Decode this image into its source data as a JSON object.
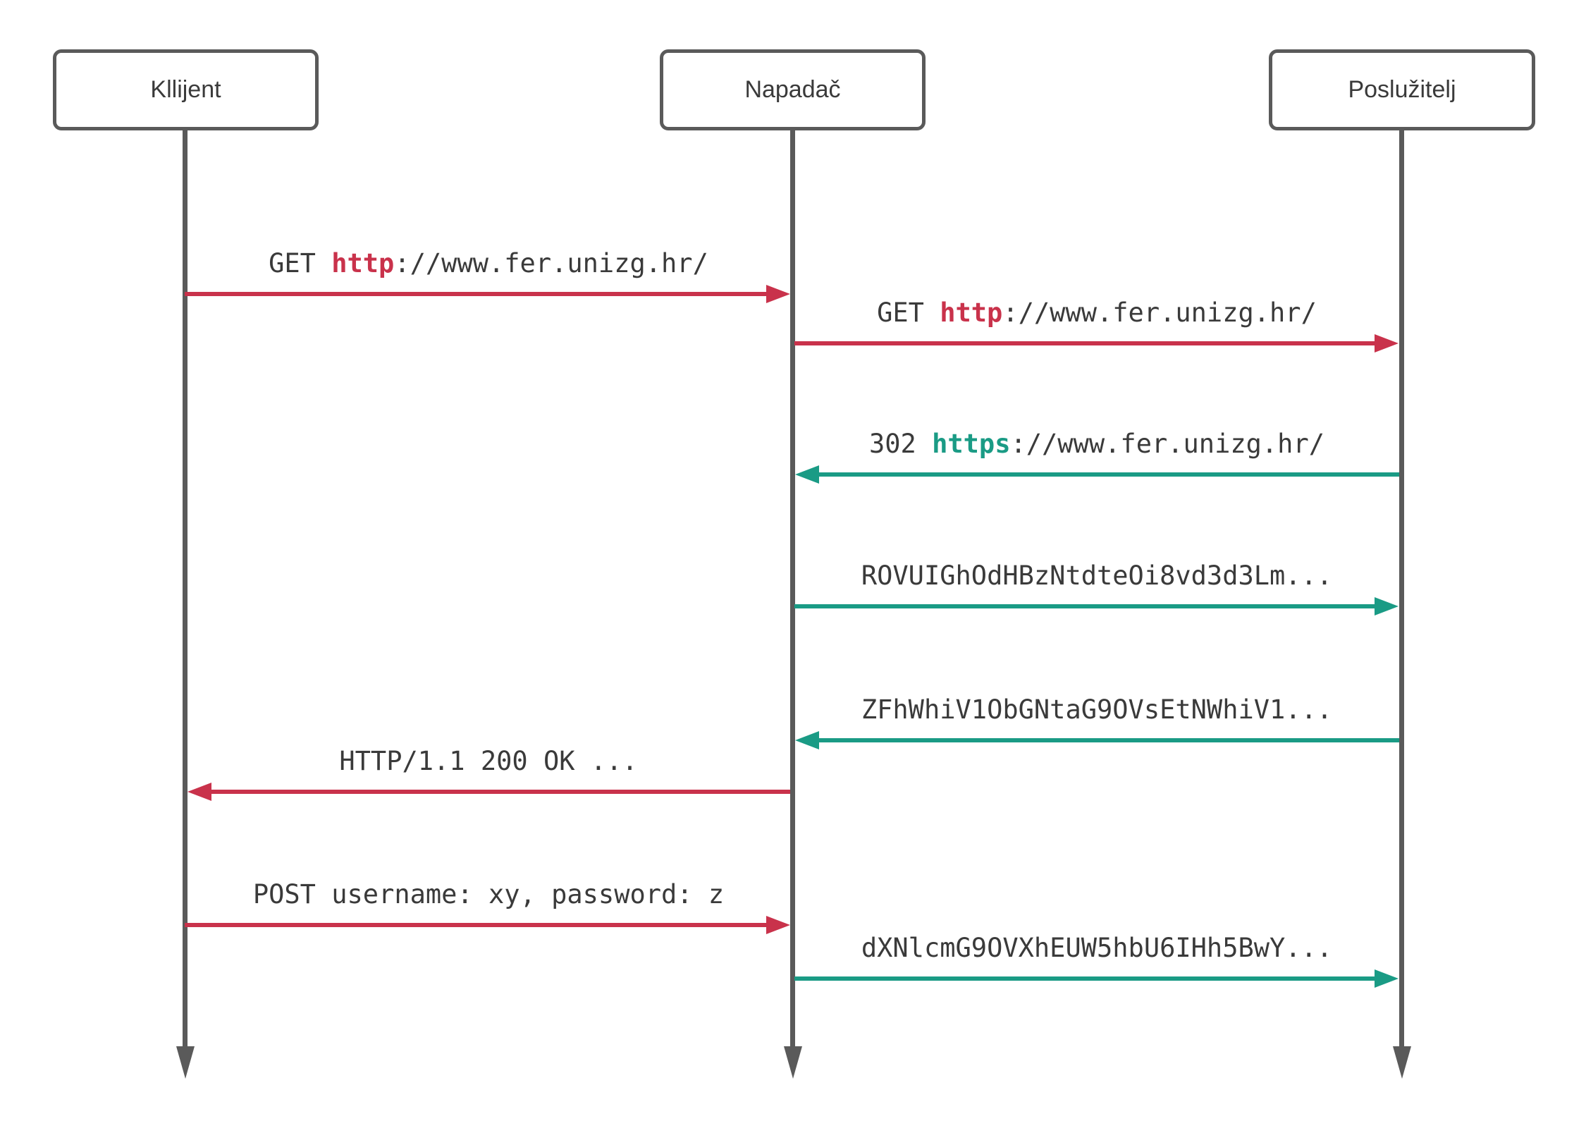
{
  "actors": [
    {
      "id": "client",
      "label": "Kllijent"
    },
    {
      "id": "attacker",
      "label": "Napadač"
    },
    {
      "id": "server",
      "label": "Poslužitelj"
    }
  ],
  "colors": {
    "http_arrow_red": "#C9324B",
    "https_arrow_teal": "#1A9B85",
    "lifeline_gray": "#5A5A5A",
    "text_dark": "#3A3A3A"
  },
  "messages": [
    {
      "from": "Kllijent",
      "to": "Napadač",
      "channel": "http",
      "prefix": "GET ",
      "highlight": "http",
      "suffix": "://www.fer.unizg.hr/"
    },
    {
      "from": "Napadač",
      "to": "Poslužitelj",
      "channel": "http",
      "prefix": "GET ",
      "highlight": "http",
      "suffix": "://www.fer.unizg.hr/"
    },
    {
      "from": "Poslužitelj",
      "to": "Napadač",
      "channel": "https",
      "prefix": "302 ",
      "highlight": "https",
      "suffix": "://www.fer.unizg.hr/"
    },
    {
      "from": "Napadač",
      "to": "Poslužitelj",
      "channel": "https",
      "prefix": "ROVUIGhOdHBzNtdteOi8vd3d3Lm...",
      "highlight": "",
      "suffix": ""
    },
    {
      "from": "Poslužitelj",
      "to": "Napadač",
      "channel": "https",
      "prefix": "ZFhWhiV1ObGNtaG9OVsEtNWhiV1...",
      "highlight": "",
      "suffix": ""
    },
    {
      "from": "Napadač",
      "to": "Kllijent",
      "channel": "http",
      "prefix": "HTTP/1.1 200 OK ...",
      "highlight": "",
      "suffix": ""
    },
    {
      "from": "Kllijent",
      "to": "Napadač",
      "channel": "http",
      "prefix": "POST username: xy, password: z",
      "highlight": "",
      "suffix": ""
    },
    {
      "from": "Napadač",
      "to": "Poslužitelj",
      "channel": "https",
      "prefix": "dXNlcmG9OVXhEUW5hbU6IHh5BwY...",
      "highlight": "",
      "suffix": ""
    }
  ]
}
